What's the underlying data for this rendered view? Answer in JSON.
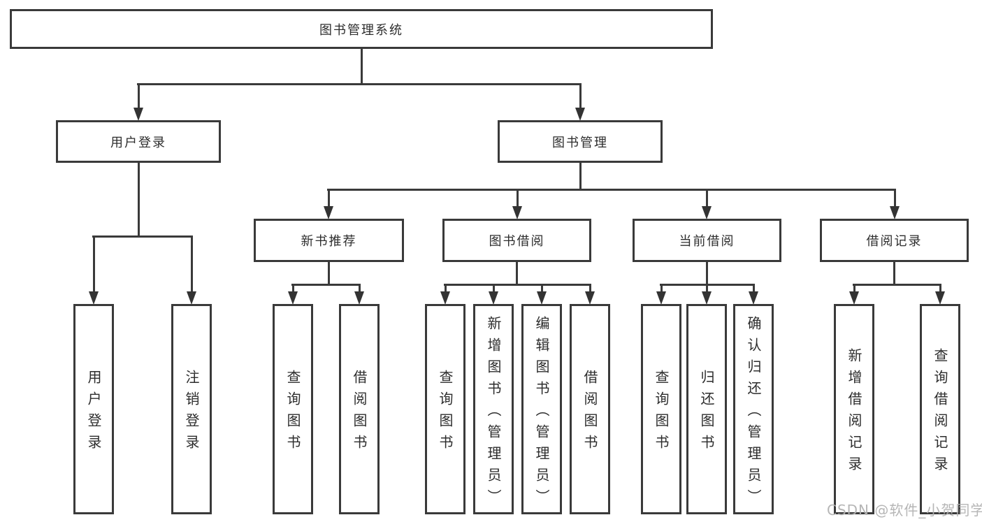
{
  "title": "图书管理系统",
  "watermark": {
    "text": "CSDN @软件_小贺同学"
  },
  "colors": {
    "line": "#3a3a3a",
    "text": "#2d2d2d",
    "box_background": "#ffffff",
    "watermark": "#b2b2b2"
  },
  "tree": {
    "root": {
      "label": "图书管理系统",
      "children": [
        {
          "label": "用户登录",
          "children": [
            {
              "label": "用户登录"
            },
            {
              "label": "注销登录"
            }
          ]
        },
        {
          "label": "图书管理",
          "children": [
            {
              "label": "新书推荐",
              "children": [
                {
                  "label": "查询图书"
                },
                {
                  "label": "借阅图书"
                }
              ]
            },
            {
              "label": "图书借阅",
              "children": [
                {
                  "label": "查询图书"
                },
                {
                  "label": "新增图书（管理员）"
                },
                {
                  "label": "编辑图书（管理员）"
                },
                {
                  "label": "借阅图书"
                }
              ]
            },
            {
              "label": "当前借阅",
              "children": [
                {
                  "label": "查询图书"
                },
                {
                  "label": "归还图书"
                },
                {
                  "label": "确认归还（管理员）"
                }
              ]
            },
            {
              "label": "借阅记录",
              "children": [
                {
                  "label": "新增借阅记录"
                },
                {
                  "label": "查询借阅记录"
                }
              ]
            }
          ]
        }
      ]
    }
  }
}
